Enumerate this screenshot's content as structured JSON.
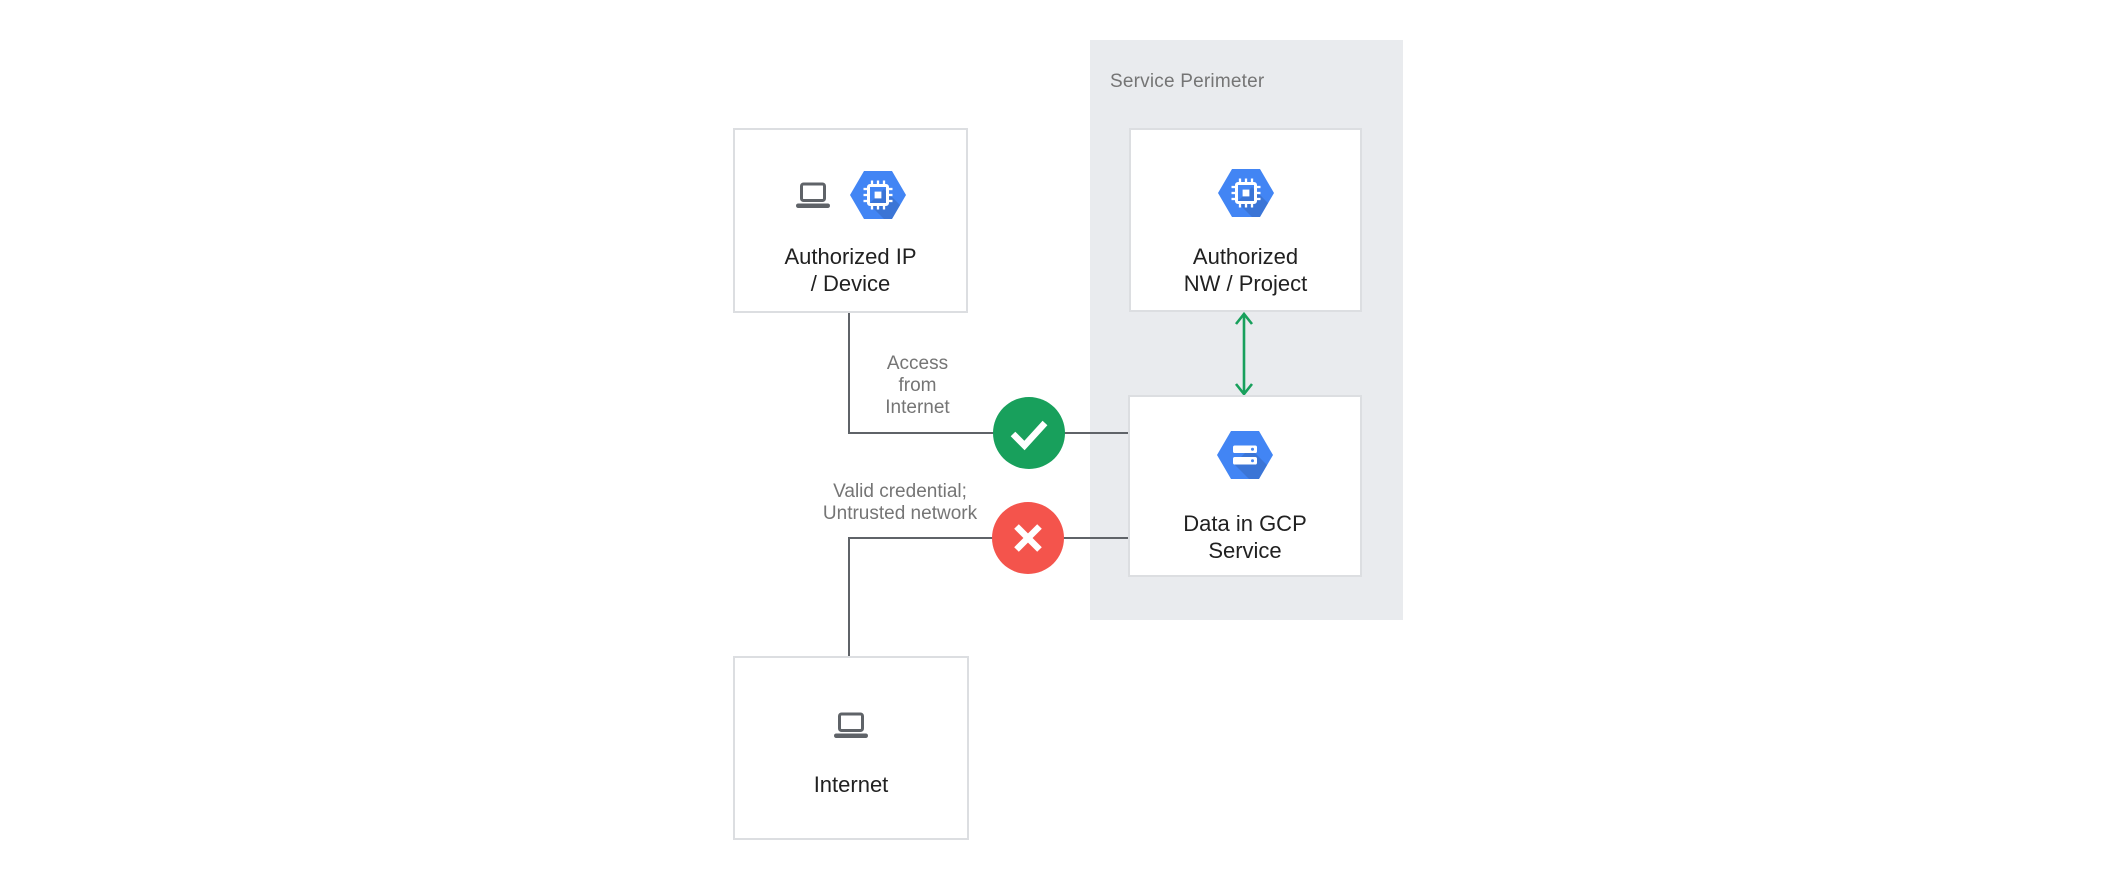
{
  "perimeter": {
    "title": "Service Perimeter"
  },
  "nodes": {
    "authorized_ip": {
      "line1": "Authorized IP",
      "line2": "/ Device",
      "icons": [
        "laptop-icon",
        "gcp-compute-hexagon-icon"
      ]
    },
    "authorized_nw": {
      "line1": "Authorized",
      "line2": "NW / Project",
      "icons": [
        "gcp-compute-hexagon-icon"
      ]
    },
    "data_gcp": {
      "line1": "Data in GCP",
      "line2": "Service",
      "icons": [
        "gcp-storage-hexagon-icon"
      ]
    },
    "internet": {
      "line1": "Internet",
      "icons": [
        "laptop-icon"
      ]
    }
  },
  "edges": {
    "allowed": {
      "label_line1": "Access",
      "label_line2": "from",
      "label_line3": "Internet",
      "status": "allowed",
      "badge_icon": "check-icon"
    },
    "denied": {
      "label_line1": "Valid credential;",
      "label_line2": "Untrusted network",
      "status": "denied",
      "badge_icon": "x-icon"
    },
    "perimeter_link": {
      "type": "double-arrow",
      "between": [
        "authorized_nw",
        "data_gcp"
      ]
    }
  },
  "colors": {
    "green": "#18a05c",
    "red": "#f4544c",
    "blue": "#4285f4",
    "line": "#5f6368",
    "panel": "#e9ebee",
    "border": "#dcdee1",
    "text_dark": "#212121",
    "text_gray": "#757575"
  }
}
